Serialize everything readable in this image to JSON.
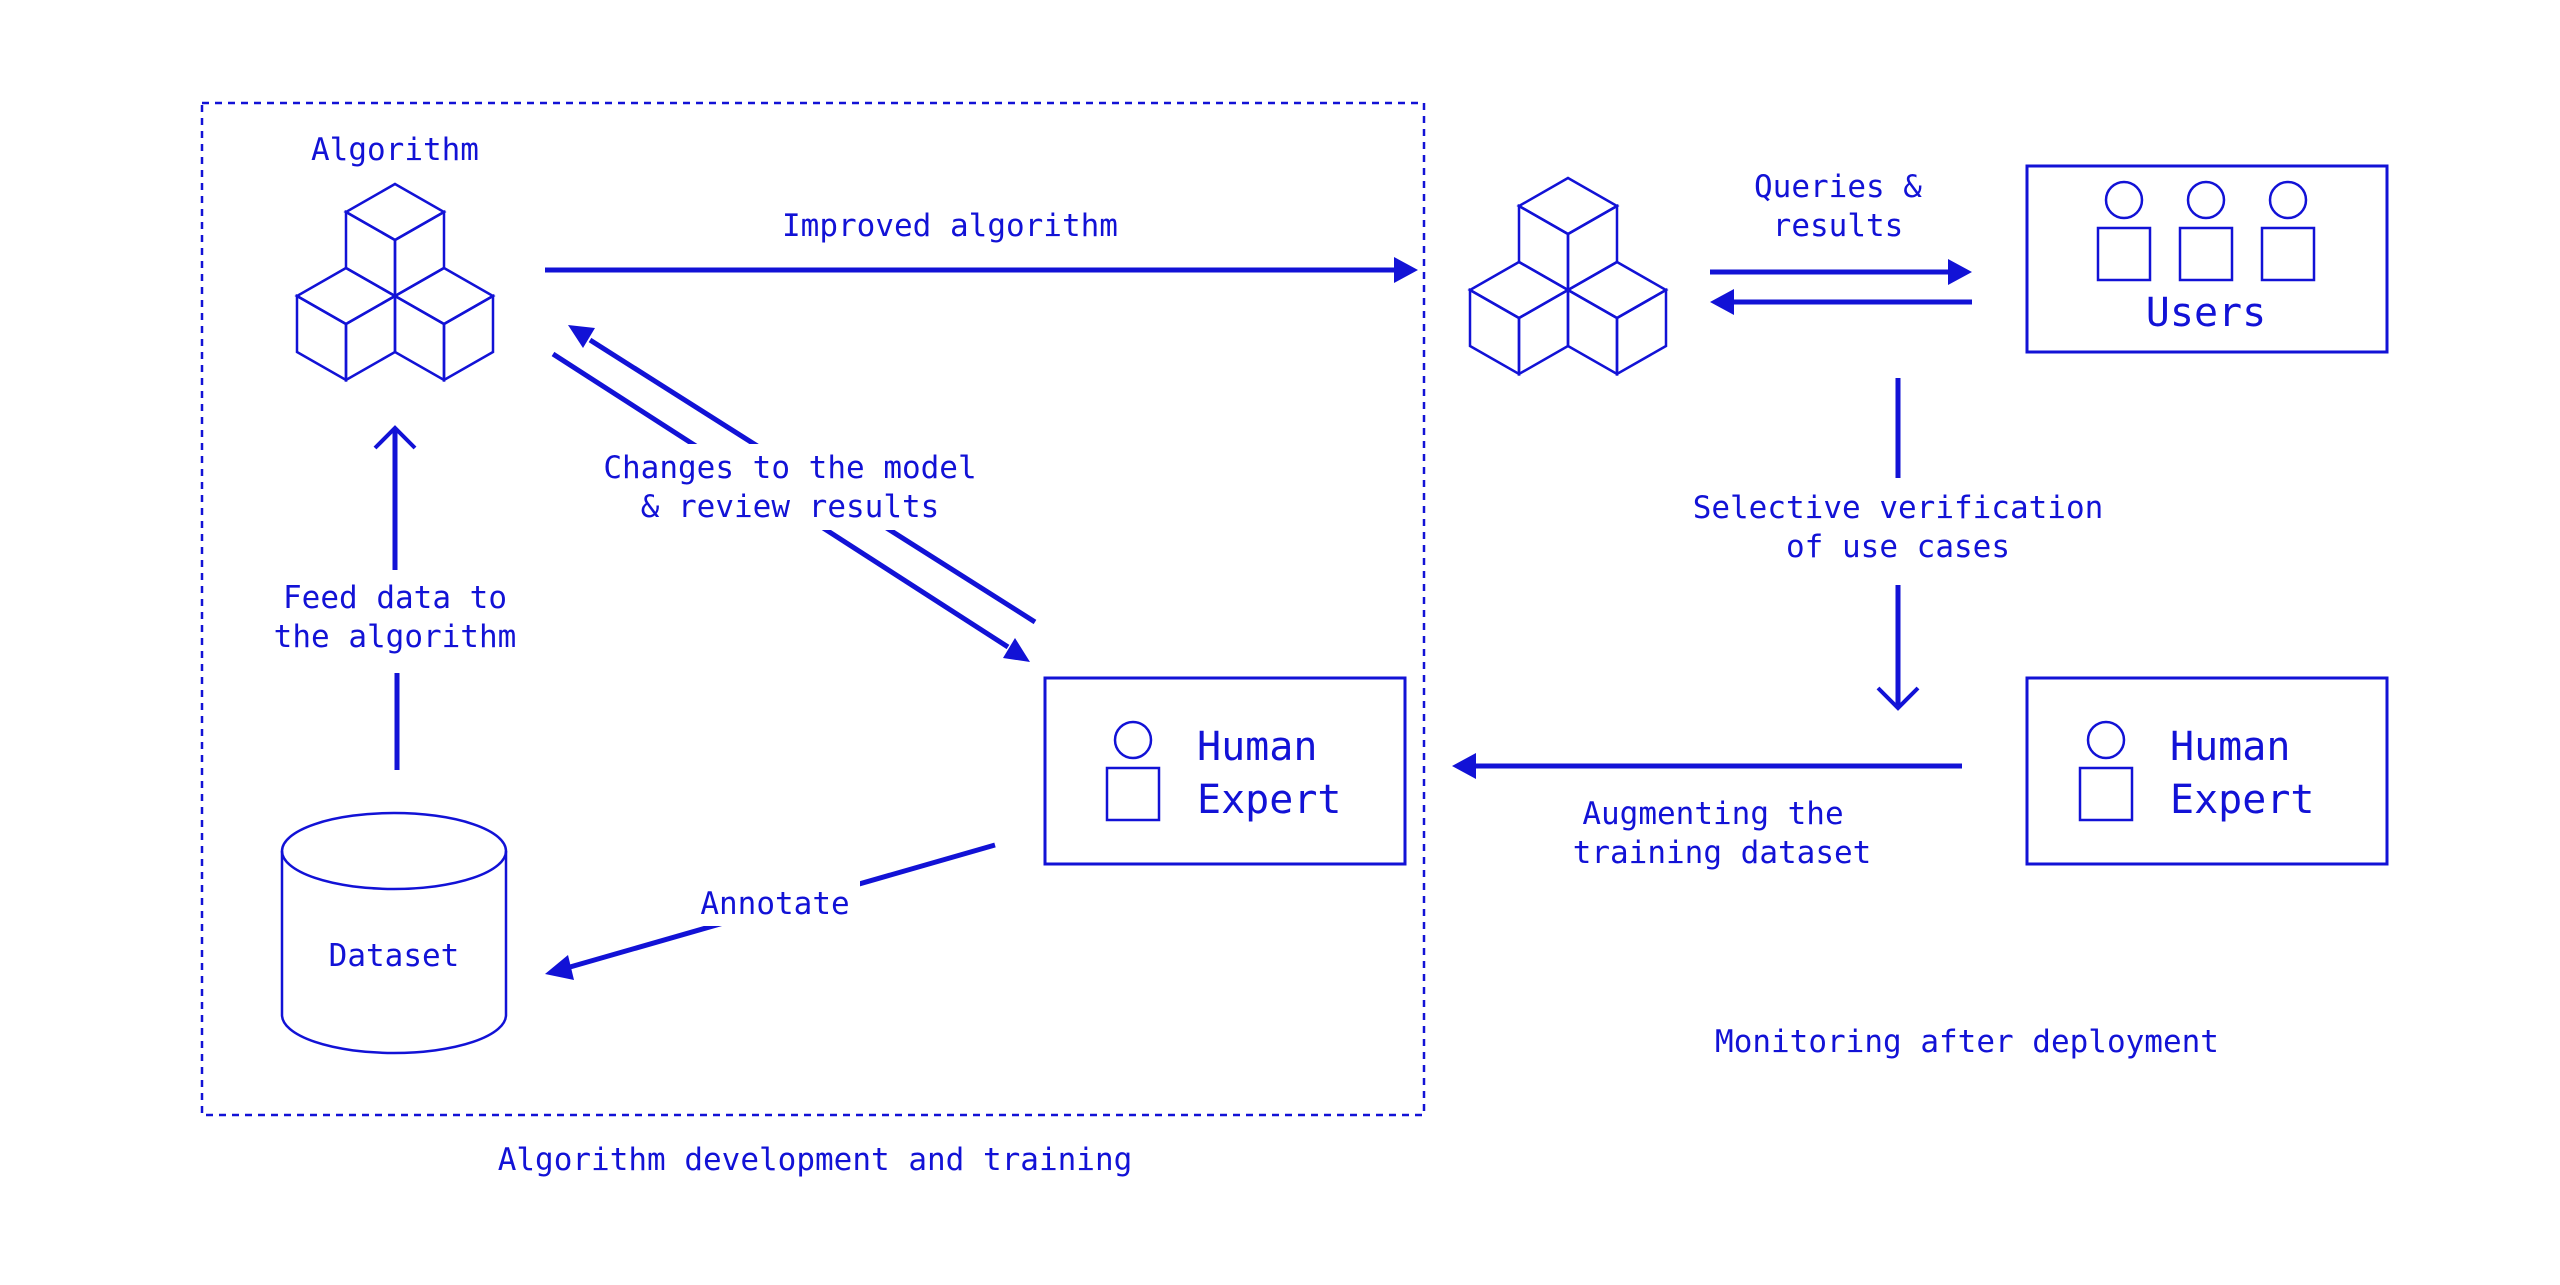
{
  "colors": {
    "accent": "#1212d6",
    "background": "#ffffff"
  },
  "nodes": {
    "algorithm_label": "Algorithm",
    "dataset_label": "Dataset",
    "expert_left": {
      "line1": "Human",
      "line2": "Expert"
    },
    "expert_right": {
      "line1": "Human",
      "line2": "Expert"
    },
    "users_label": "Users"
  },
  "edges": {
    "improved_algorithm": "Improved algorithm",
    "queries_results": {
      "line1": "Queries &",
      "line2": "results"
    },
    "changes_review": {
      "line1": "Changes to the model",
      "line2": "& review results"
    },
    "feed_data": {
      "line1": "Feed data to",
      "line2": "the algorithm"
    },
    "annotate": "Annotate",
    "selective_verification": {
      "line1": "Selective verification",
      "line2": "of use cases"
    },
    "augmenting": {
      "line1": "Augmenting the",
      "line2": "training dataset"
    }
  },
  "sections": {
    "development": "Algorithm development and training",
    "monitoring": "Monitoring after deployment"
  },
  "icons": [
    "cubes-icon",
    "database-icon",
    "person-icon",
    "users-icon"
  ]
}
